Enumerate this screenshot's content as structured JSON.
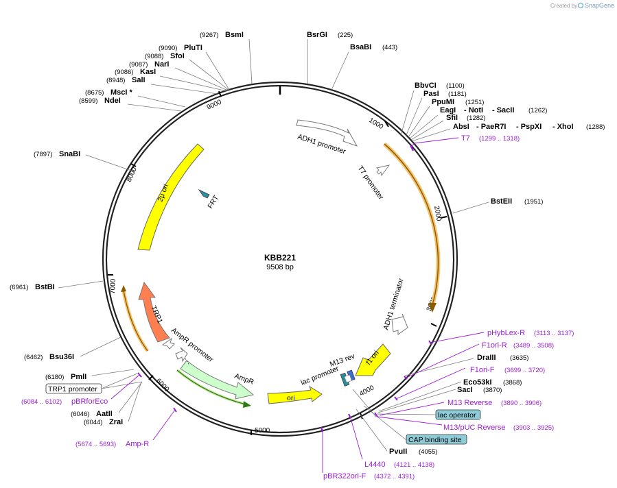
{
  "credit": {
    "text": "Created by",
    "brand": "SnapGene"
  },
  "plasmid": {
    "name": "KBB221",
    "length": "9508 bp"
  },
  "ticks": [
    "1000",
    "2000",
    "3000",
    "4000",
    "5000",
    "6000",
    "7000",
    "8000",
    "9000"
  ],
  "enzymes": [
    {
      "name": "BsmI",
      "pos": "(9267)"
    },
    {
      "name": "BsrGI",
      "pos": "(225)"
    },
    {
      "name": "BsaBI",
      "pos": "(443)"
    },
    {
      "name": "PluTI",
      "pos": "(9090)"
    },
    {
      "name": "SfoI",
      "pos": "(9088)"
    },
    {
      "name": "NarI",
      "pos": "(9087)"
    },
    {
      "name": "KasI",
      "pos": "(9086)"
    },
    {
      "name": "SalI",
      "pos": "(8948)"
    },
    {
      "name": "MscI *",
      "pos": "(8675)"
    },
    {
      "name": "NdeI",
      "pos": "(8599)"
    },
    {
      "name": "SnaBI",
      "pos": "(7897)"
    },
    {
      "name": "BstBI",
      "pos": "(6961)"
    },
    {
      "name": "Bsu36I",
      "pos": "(6462)"
    },
    {
      "name": "PmlI",
      "pos": "(6180)"
    },
    {
      "name": "AatII",
      "pos": "(6046)"
    },
    {
      "name": "ZraI",
      "pos": "(6044)"
    },
    {
      "name": "BbvCI",
      "pos": "(1100)"
    },
    {
      "name": "PasI",
      "pos": "(1181)"
    },
    {
      "name": "PpuMI",
      "pos": "(1251)"
    },
    {
      "name": "SfiI",
      "pos": "(1282)"
    },
    {
      "name": "BstEII",
      "pos": "(1951)"
    },
    {
      "name": "DraIII",
      "pos": "(3635)"
    },
    {
      "name": "SacI",
      "pos": "(3870)"
    },
    {
      "name": "Eco53kI",
      "pos": "(3868)"
    },
    {
      "name": "PvuII",
      "pos": "(4055)"
    }
  ],
  "enzyme_groups": {
    "eag_line": {
      "a": "EagI",
      "b": "- NotI",
      "c": "- SacII",
      "pos": "(1262)"
    },
    "abs_line": {
      "a": "AbsI",
      "b": "- PaeR7I",
      "c": "- PspXI",
      "d": "- XhoI",
      "pos": "(1288)"
    }
  },
  "primers": [
    {
      "name": "T7",
      "pos": "(1299 .. 1318)"
    },
    {
      "name": "pHybLex-R",
      "pos": "(3113 .. 3137)"
    },
    {
      "name": "F1ori-R",
      "pos": "(3489 .. 3508)"
    },
    {
      "name": "F1ori-F",
      "pos": "(3699 .. 3720)"
    },
    {
      "name": "M13 Reverse",
      "pos": "(3890 .. 3906)"
    },
    {
      "name": "M13/pUC Reverse",
      "pos": "(3903 .. 3925)"
    },
    {
      "name": "L4440",
      "pos": "(4121 .. 4138)"
    },
    {
      "name": "pBR322ori-F",
      "pos": "(4372 .. 4391)"
    },
    {
      "name": "pBRforEco",
      "pos": "(6084 .. 6102)"
    },
    {
      "name": "Amp-R",
      "pos": "(5674 .. 5693)"
    }
  ],
  "boxed_features": {
    "lac_operator": "lac operator",
    "cap_site": "CAP binding site",
    "trp1_promoter": "TRP1 promoter"
  },
  "features": {
    "adh1_promoter": "ADH1 promoter",
    "t7_promoter": "T7 promoter",
    "adh1_terminator": "ADH1 terminator",
    "f1_ori": "f1 ori",
    "m13_rev": "M13 rev",
    "lac_promoter": "lac promoter",
    "ori": "ori",
    "ampr": "AmpR",
    "ampr_promoter": "AmpR promoter",
    "trp1": "TRP1",
    "two_micron": "2μ ori",
    "frt": "FRT"
  },
  "colors": {
    "yellow": "#ffff00",
    "orange_red": "#ff7f50",
    "light_green": "#ccffcc",
    "primer": "#9b1bd6",
    "orange_halo": "#f5c36e",
    "box": "#8ecbd6"
  }
}
